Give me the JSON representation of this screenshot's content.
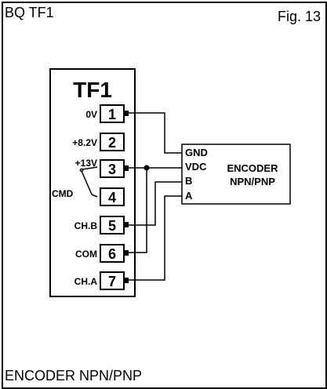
{
  "header": {
    "title": "BQ TF1",
    "figure": "Fig. 13"
  },
  "footer": {
    "caption": "ENCODER NPN/PNP"
  },
  "terminal_block": {
    "name": "TF1",
    "terminals": [
      {
        "number": "1",
        "label": "0V"
      },
      {
        "number": "2",
        "label": "+8.2V"
      },
      {
        "number": "3",
        "label": "+13V"
      },
      {
        "number": "4",
        "label": "CMD"
      },
      {
        "number": "5",
        "label": "CH.B"
      },
      {
        "number": "6",
        "label": "COM"
      },
      {
        "number": "7",
        "label": "CH.A"
      }
    ]
  },
  "encoder": {
    "pins": [
      "GND",
      "VDC",
      "B",
      "A"
    ],
    "title_line1": "ENCODER",
    "title_line2": "NPN/PNP"
  }
}
